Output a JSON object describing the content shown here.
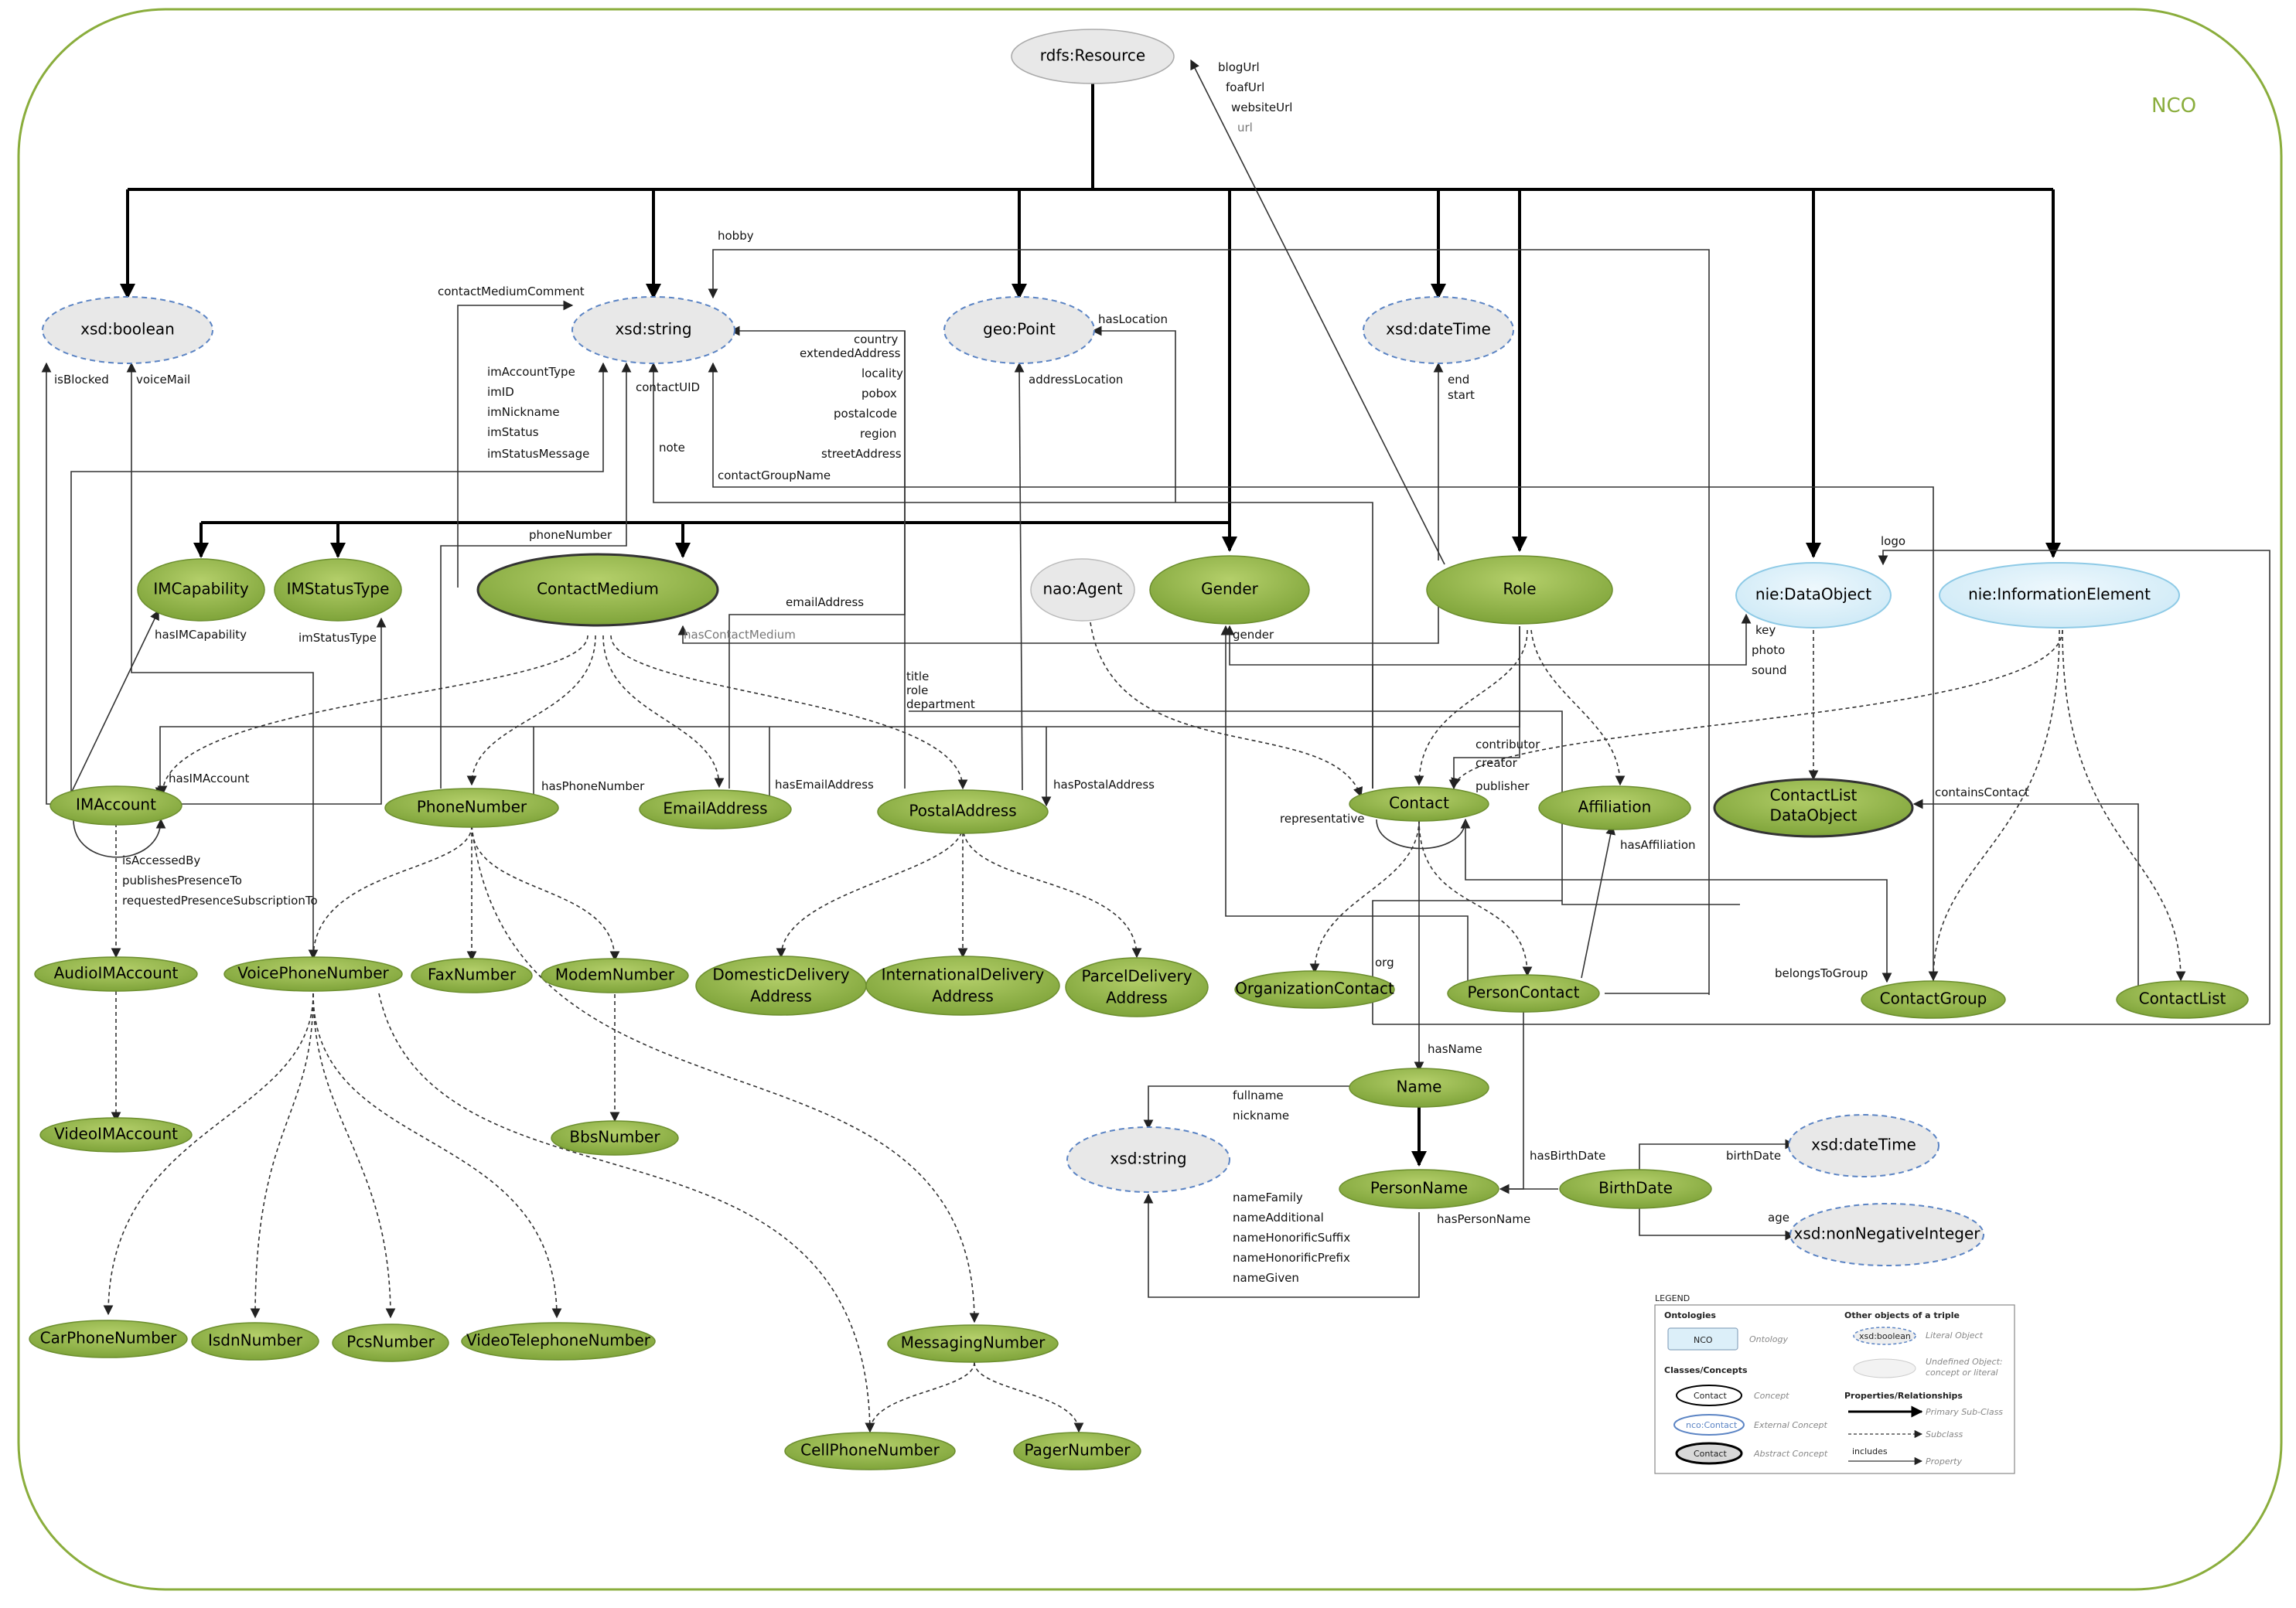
{
  "title": "NCO",
  "colors": {
    "frame": "#8aad3c",
    "concept_fill": "#8fb248",
    "literal_fill": "#e8e8e8",
    "literal_stroke": "#5b84c4",
    "external_fill": "#dceff9",
    "external_stroke": "#8ecae6"
  },
  "nodes": {
    "rdfs_resource": "rdfs:Resource",
    "xsd_boolean": "xsd:boolean",
    "xsd_string_top": "xsd:string",
    "geo_point": "geo:Point",
    "xsd_datetime_top": "xsd:dateTime",
    "imcapability": "IMCapability",
    "imstatustype": "IMStatusType",
    "contactmedium": "ContactMedium",
    "nao_agent": "nao:Agent",
    "gender": "Gender",
    "role": "Role",
    "nie_dataobject": "nie:DataObject",
    "nie_informationelement": "nie:InformationElement",
    "imaccount": "IMAccount",
    "phonenumber": "PhoneNumber",
    "emailaddress": "EmailAddress",
    "postaladdress": "PostalAddress",
    "contact": "Contact",
    "affiliation": "Affiliation",
    "contactlist_dataobject_1": "ContactList",
    "contactlist_dataobject_2": "DataObject",
    "audioimaccount": "AudioIMAccount",
    "voicephonenumber": "VoicePhoneNumber",
    "faxnumber": "FaxNumber",
    "modemnumber": "ModemNumber",
    "domesticdelivery_1": "DomesticDelivery",
    "domesticdelivery_2": "Address",
    "internationaldelivery_1": "InternationalDelivery",
    "internationaldelivery_2": "Address",
    "parceldelivery_1": "ParcelDelivery",
    "parceldelivery_2": "Address",
    "organizationcontact": "OrganizationContact",
    "personcontact": "PersonContact",
    "contactgroup": "ContactGroup",
    "contactlist": "ContactList",
    "videoimaccount": "VideoIMAccount",
    "bbsnumber": "BbsNumber",
    "name": "Name",
    "xsd_string_bottom": "xsd:string",
    "personname": "PersonName",
    "birthdate": "BirthDate",
    "xsd_datetime_bottom": "xsd:dateTime",
    "xsd_nonneg": "xsd:nonNegativeInteger",
    "carphonenumber": "CarPhoneNumber",
    "isdnnumber": "IsdnNumber",
    "pcsnumber": "PcsNumber",
    "videotelephonenumber": "VideoTelephoneNumber",
    "messagingnumber": "MessagingNumber",
    "cellphonenumber": "CellPhoneNumber",
    "pagernumber": "PagerNumber"
  },
  "labels": {
    "blogUrl": "blogUrl",
    "foafUrl": "foafUrl",
    "websiteUrl": "websiteUrl",
    "url": "url",
    "hobby": "hobby",
    "contactMediumComment": "contactMediumComment",
    "isBlocked": "isBlocked",
    "voiceMail": "voiceMail",
    "imAccountType": "imAccountType",
    "imID": "imID",
    "imNickname": "imNickname",
    "imStatus": "imStatus",
    "imStatusMessage": "imStatusMessage",
    "contactUID": "contactUID",
    "note": "note",
    "country": "country",
    "extendedAddress": "extendedAddress",
    "locality": "locality",
    "pobox": "pobox",
    "postalcode": "postalcode",
    "region": "region",
    "streetAddress": "streetAddress",
    "contactGroupName": "contactGroupName",
    "hasLocation": "hasLocation",
    "addressLocation": "addressLocation",
    "end": "end",
    "start": "start",
    "phoneNumber": "phoneNumber",
    "logo": "logo",
    "hasIMCapability": "hasIMCapability",
    "imStatusType": "imStatusType",
    "emailAddress": "emailAddress",
    "hasContactMedium": "hasContactMedium",
    "gender": "gender",
    "key": "key",
    "photo": "photo",
    "sound": "sound",
    "title": "title",
    "role": "role",
    "department": "department",
    "hasIMAccount": "hasIMAccount",
    "hasPhoneNumber": "hasPhoneNumber",
    "hasEmailAddress": "hasEmailAddress",
    "hasPostalAddress": "hasPostalAddress",
    "contributor": "contributor",
    "creator": "creator",
    "publisher": "publisher",
    "representative": "representative",
    "containsContact": "containsContact",
    "hasAffiliation": "hasAffiliation",
    "isAccessedBy": "isAccessedBy",
    "publishesPresenceTo": "publishesPresenceTo",
    "requestedPresenceSubscriptionTo": "requestedPresenceSubscriptionTo",
    "org": "org",
    "belongsToGroup": "belongsToGroup",
    "hasName": "hasName",
    "fullname": "fullname",
    "nickname": "nickname",
    "hasBirthDate": "hasBirthDate",
    "birthDate": "birthDate",
    "age": "age",
    "nameFamily": "nameFamily",
    "nameAdditional": "nameAdditional",
    "nameHonorificSuffix": "nameHonorificSuffix",
    "nameHonorificPrefix": "nameHonorificPrefix",
    "nameGiven": "nameGiven",
    "hasPersonName": "hasPersonName"
  },
  "legend": {
    "title": "LEGEND",
    "ontologies": "Ontologies",
    "nco_box": "NCO",
    "ontology": "Ontology",
    "classes_concepts": "Classes/Concepts",
    "contact_concept": "Contact",
    "concept": "Concept",
    "nco_contact": "nco:Contact",
    "external_concept": "External Concept",
    "contact_abstract": "Contact",
    "abstract_concept": "Abstract Concept",
    "other_objects": "Other objects of a triple",
    "xsd_boolean": "xsd:boolean",
    "literal_object": "Literal Object",
    "undefined_object_1": "Undefined Object:",
    "undefined_object_2": "concept or literal",
    "properties_relationships": "Properties/Relationships",
    "primary_subclass": "Primary Sub-Class",
    "subclass": "Subclass",
    "includes": "includes",
    "property": "Property"
  }
}
